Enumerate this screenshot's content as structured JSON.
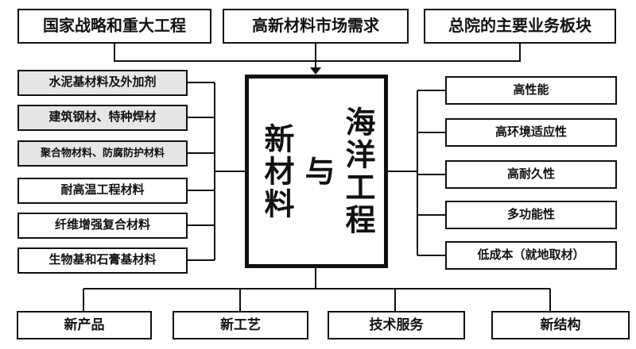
{
  "diagram": {
    "title_semantic": "marine-engineering-new-materials-flowchart",
    "top_boxes": [
      {
        "label": "国家战略和重大工程"
      },
      {
        "label": "高新材料市场需求"
      },
      {
        "label": "总院的主要业务板块"
      }
    ],
    "center_box": {
      "line1": "海洋工程",
      "line2": "与",
      "line3": "新材料",
      "full_text": "海洋工程与新材料"
    },
    "left_boxes": [
      {
        "label": "水泥基材料及外加剂",
        "highlighted": true
      },
      {
        "label": "建筑钢材、特种焊材",
        "highlighted": true
      },
      {
        "label": "聚合物材料、防腐防护材料",
        "highlighted": true
      },
      {
        "label": "耐高温工程材料",
        "highlighted": false
      },
      {
        "label": "纤维增强复合材料",
        "highlighted": false
      },
      {
        "label": "生物基和石膏基材料",
        "highlighted": false
      }
    ],
    "right_boxes": [
      {
        "label": "高性能"
      },
      {
        "label": "高环境适应性"
      },
      {
        "label": "高耐久性"
      },
      {
        "label": "多功能性"
      },
      {
        "label": "低成本（就地取材）"
      }
    ],
    "bottom_boxes": [
      {
        "label": "新产品"
      },
      {
        "label": "新工艺"
      },
      {
        "label": "技术服务"
      },
      {
        "label": "新结构"
      }
    ],
    "colors": {
      "line": "#111111",
      "box_border": "#111111",
      "highlight_fill": "#e6e6e6",
      "background": "#ffffff"
    }
  }
}
